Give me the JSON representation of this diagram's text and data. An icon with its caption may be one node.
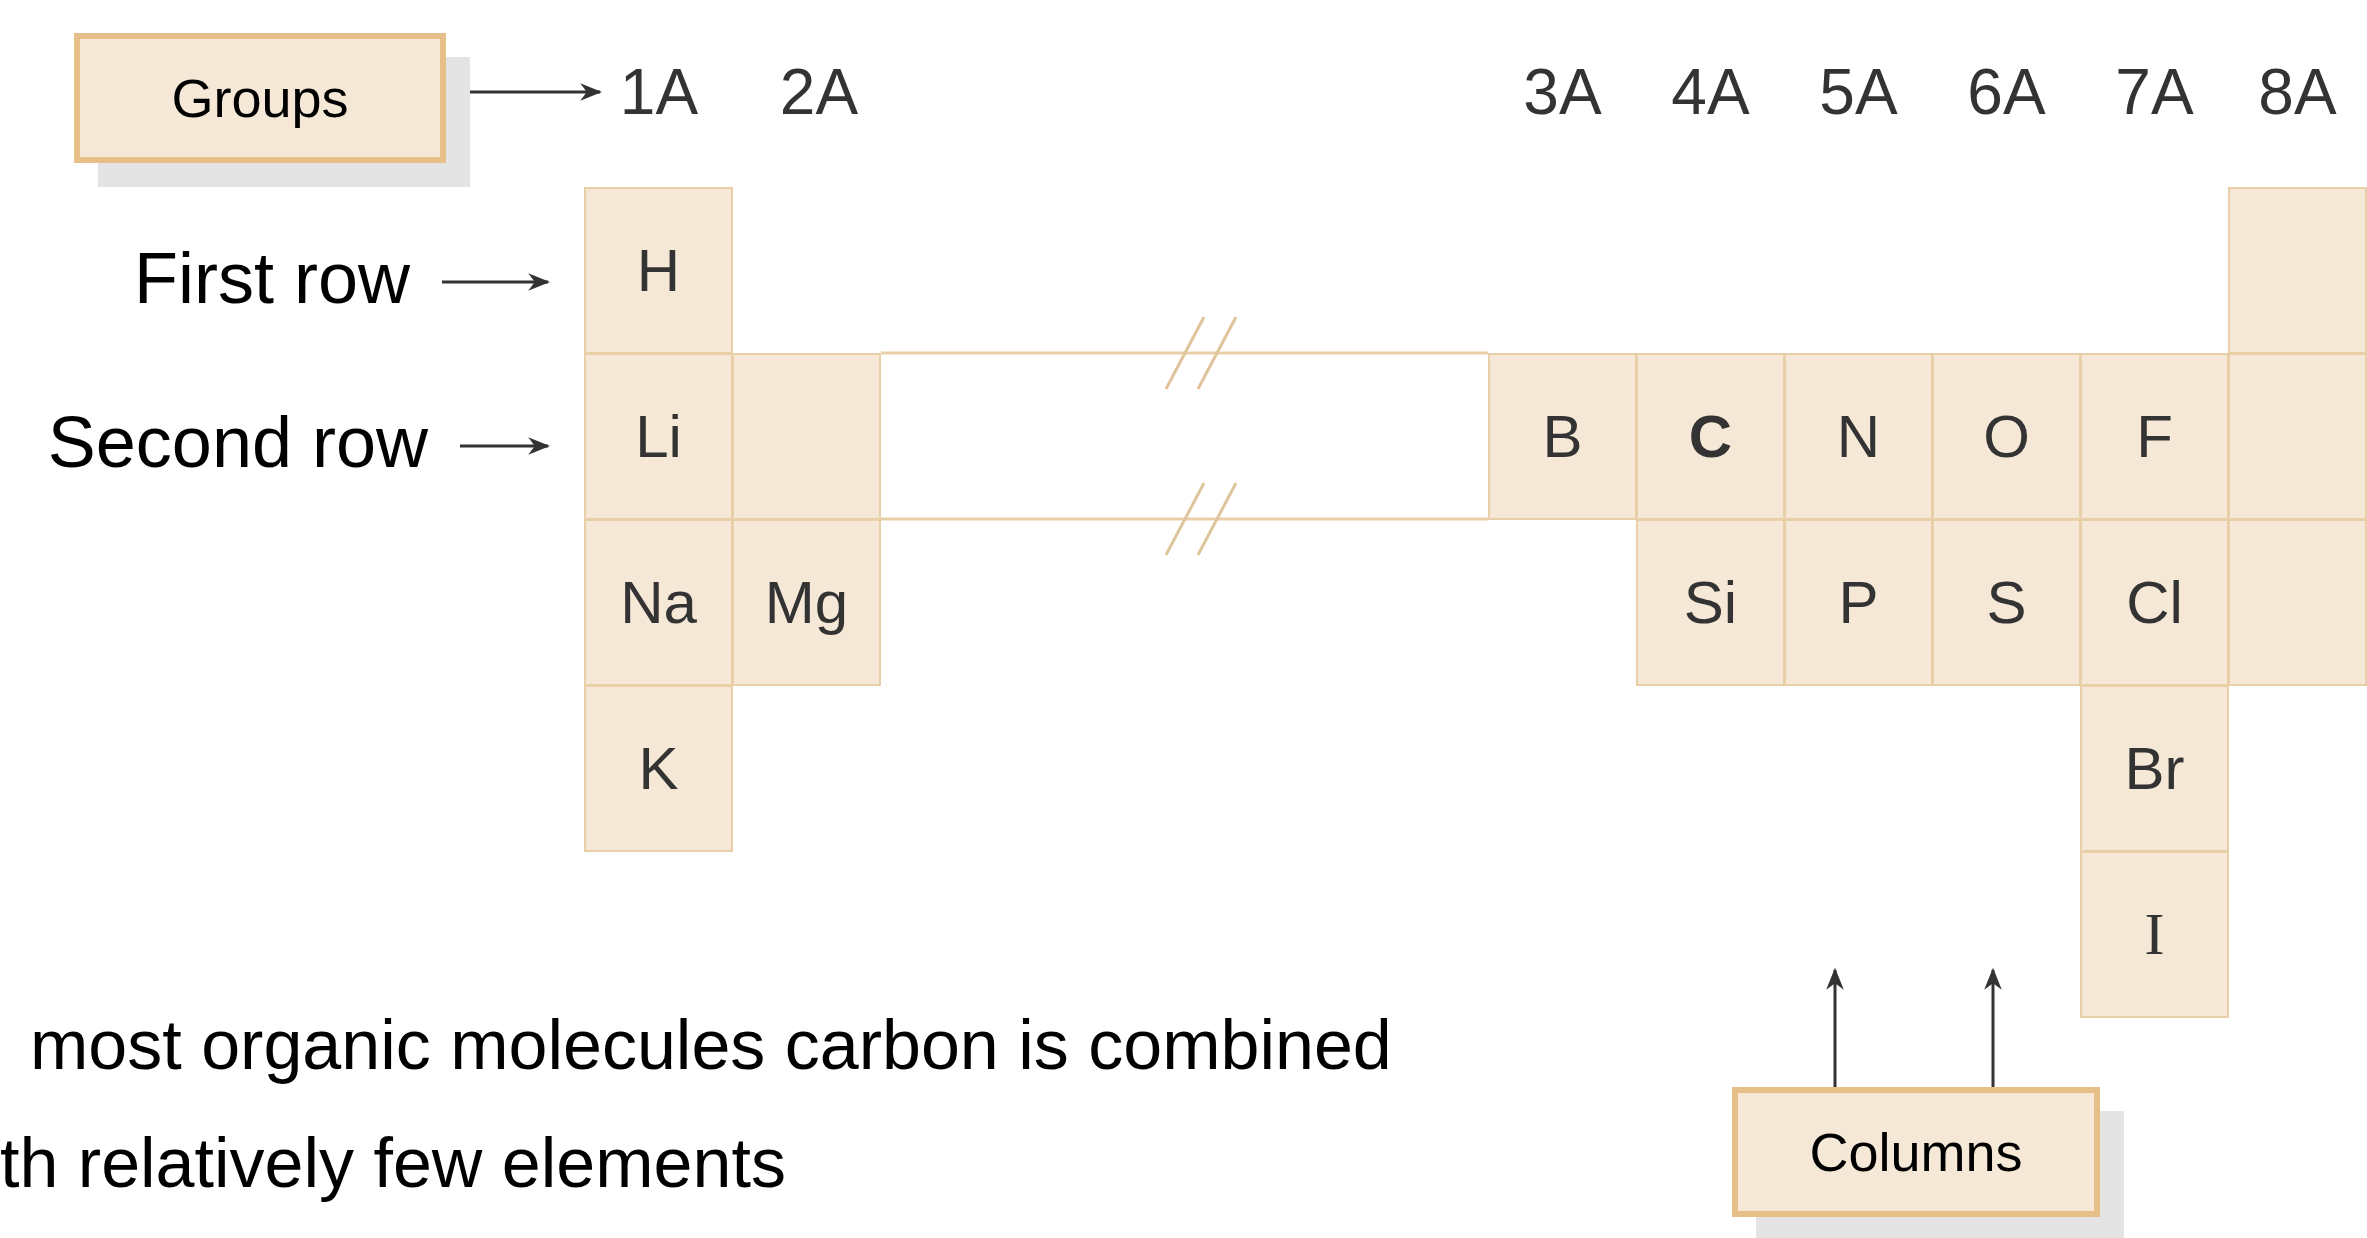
{
  "diagram": {
    "nodes": [
      {
        "text": [
          "Groups"
        ]
      },
      {
        "text": [
          "1A"
        ]
      },
      {
        "text": [
          "First row"
        ]
      },
      {
        "text": [
          "H"
        ]
      },
      {
        "text": [],
        "shape": "box"
      },
      {
        "text": [
          "Second row"
        ]
      },
      {
        "text": [
          "Li"
        ]
      },
      {
        "text": [],
        "shape": "box"
      },
      {
        "text": [
          "B"
        ]
      },
      {
        "text": [
          "C"
        ]
      },
      {
        "text": [
          "N"
        ]
      },
      {
        "text": [
          "O"
        ]
      },
      {
        "text": [
          "F"
        ]
      },
      {
        "text": [],
        "shape": "box"
      },
      {
        "text": [
          "Na"
        ]
      },
      {
        "text": [
          "Mg"
        ]
      },
      {
        "text": [
          "Si"
        ]
      },
      {
        "text": [
          "P"
        ]
      },
      {
        "text": [
          "S"
        ]
      },
      {
        "text": [
          "Cl"
        ]
      },
      {
        "text": [],
        "shape": "box"
      },
      {
        "text": [
          "K"
        ]
      },
      {
        "text": [
          "Br"
        ]
      },
      {
        "text": [
          "I"
        ]
      },
      {
        "text": [
          "Columns"
        ]
      }
    ],
    "edges": [
      {
        "from": 0,
        "to": 1,
        "arrow": "to"
      },
      {
        "from": 2,
        "to": 3,
        "arrow": "to"
      },
      {
        "from": 5,
        "to": 6,
        "arrow": "to"
      },
      {
        "from": 24,
        "to": null,
        "arrow": "to"
      },
      {
        "from": 24,
        "to": null,
        "arrow": "to"
      }
    ],
    "labels": [
      "2A",
      "3A",
      "4A",
      "5A",
      "6A",
      "7A",
      "8A",
      "most organic molecules carbon is combined",
      "th relatively few elements"
    ]
  }
}
